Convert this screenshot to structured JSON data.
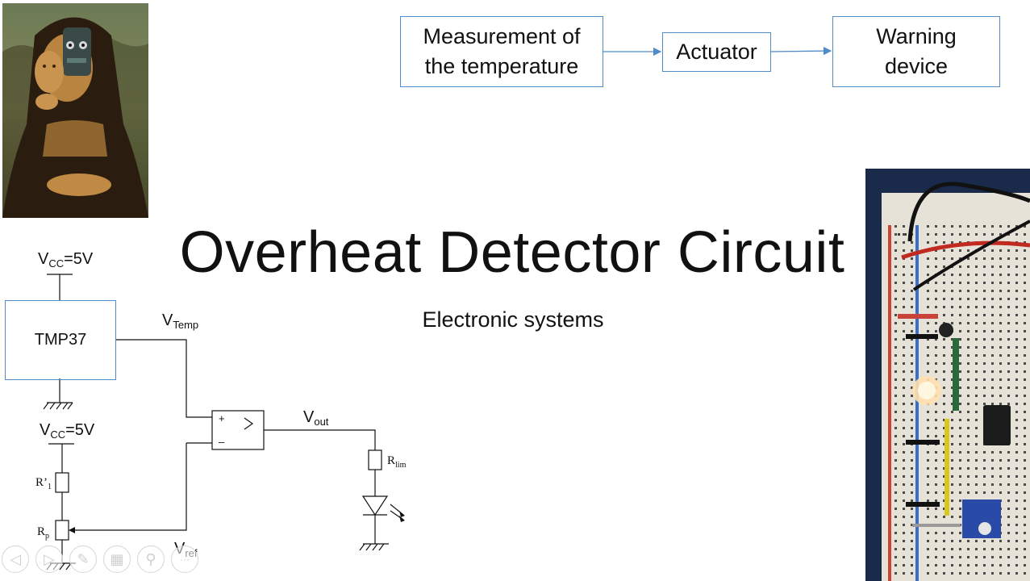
{
  "slide": {
    "title": "Overheat Detector Circuit",
    "subtitle": "Electronic systems"
  },
  "block_diagram": {
    "boxes": [
      {
        "label_line1": "Measurement of",
        "label_line2": "the temperature"
      },
      {
        "label": "Actuator"
      },
      {
        "label_line1": "Warning",
        "label_line2": "device"
      }
    ],
    "box_border_color": "#4f8cc9",
    "arrow_color": "#4f8cc9"
  },
  "schematic": {
    "vcc1": {
      "main": "V",
      "sub": "CC",
      "rest": "=5V"
    },
    "vcc2": {
      "main": "V",
      "sub": "CC",
      "rest": "=5V"
    },
    "sensor_label": "TMP37",
    "vtemp": {
      "main": "V",
      "sub": "Temp"
    },
    "vout": {
      "main": "V",
      "sub": "out"
    },
    "vref": {
      "main": "V",
      "sub": "ref"
    },
    "r1": {
      "main": "R’",
      "sub": "1"
    },
    "rp": {
      "main": "R",
      "sub": "p"
    },
    "rlim": {
      "main": "R",
      "sub": "lim"
    },
    "opamp_plus": "+",
    "opamp_minus": "–"
  },
  "images": [
    {
      "icon": "mona-lisa-robot-painting"
    },
    {
      "icon": "breadboard-photo"
    }
  ],
  "toolbar": {
    "buttons": [
      {
        "icon": "previous-icon",
        "glyph": "◁"
      },
      {
        "icon": "next-icon",
        "glyph": "▷"
      },
      {
        "icon": "pen-icon",
        "glyph": "✎"
      },
      {
        "icon": "slides-grid-icon",
        "glyph": "▦"
      },
      {
        "icon": "zoom-icon",
        "glyph": "⚲"
      },
      {
        "icon": "more-options-icon",
        "glyph": "···"
      }
    ]
  }
}
